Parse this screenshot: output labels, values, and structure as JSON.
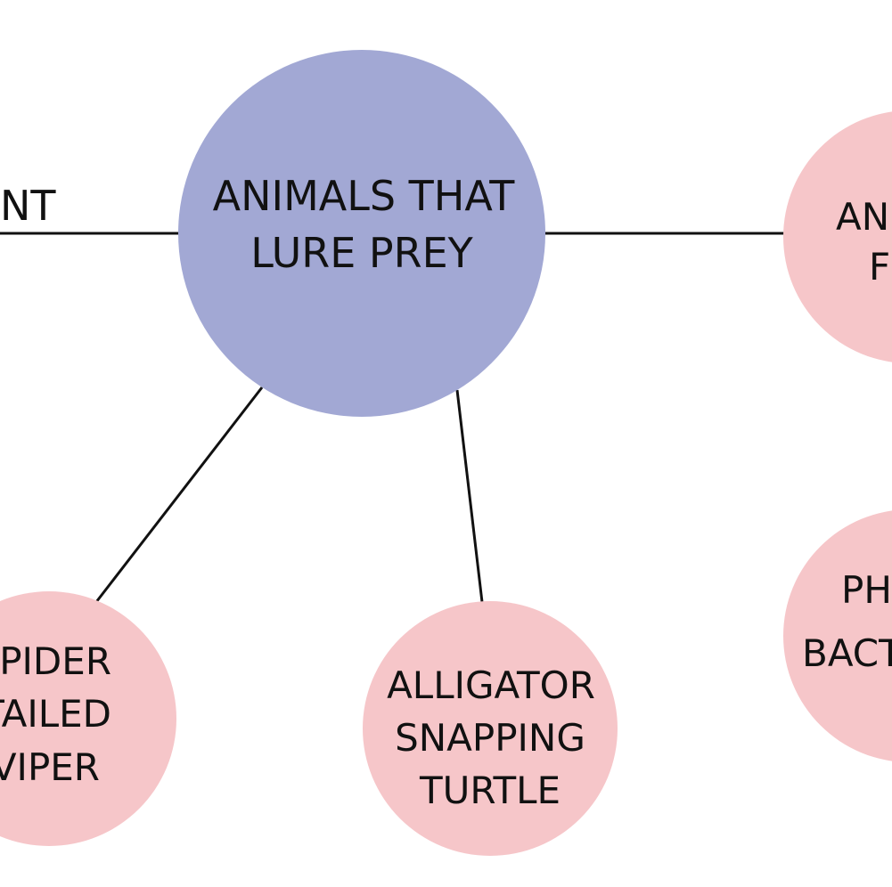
{
  "colors": {
    "center_fill": "#a2a8d4",
    "leaf_fill": "#f6c6c9",
    "line": "#111111",
    "background": "#ffffff"
  },
  "center": {
    "lines": [
      "ANIMALS THAT",
      "LURE PREY"
    ]
  },
  "left_partial_label": "NT",
  "nodes": {
    "right_top": {
      "lines": [
        "AN",
        "F"
      ]
    },
    "right_bottom": {
      "lines": [
        "PH",
        "BACT"
      ]
    },
    "bottom_left": {
      "lines": [
        "SPIDER",
        "TAILED",
        "VIPER"
      ]
    },
    "bottom_middle": {
      "lines": [
        "ALLIGATOR",
        "SNAPPING",
        "TURTLE"
      ]
    }
  }
}
